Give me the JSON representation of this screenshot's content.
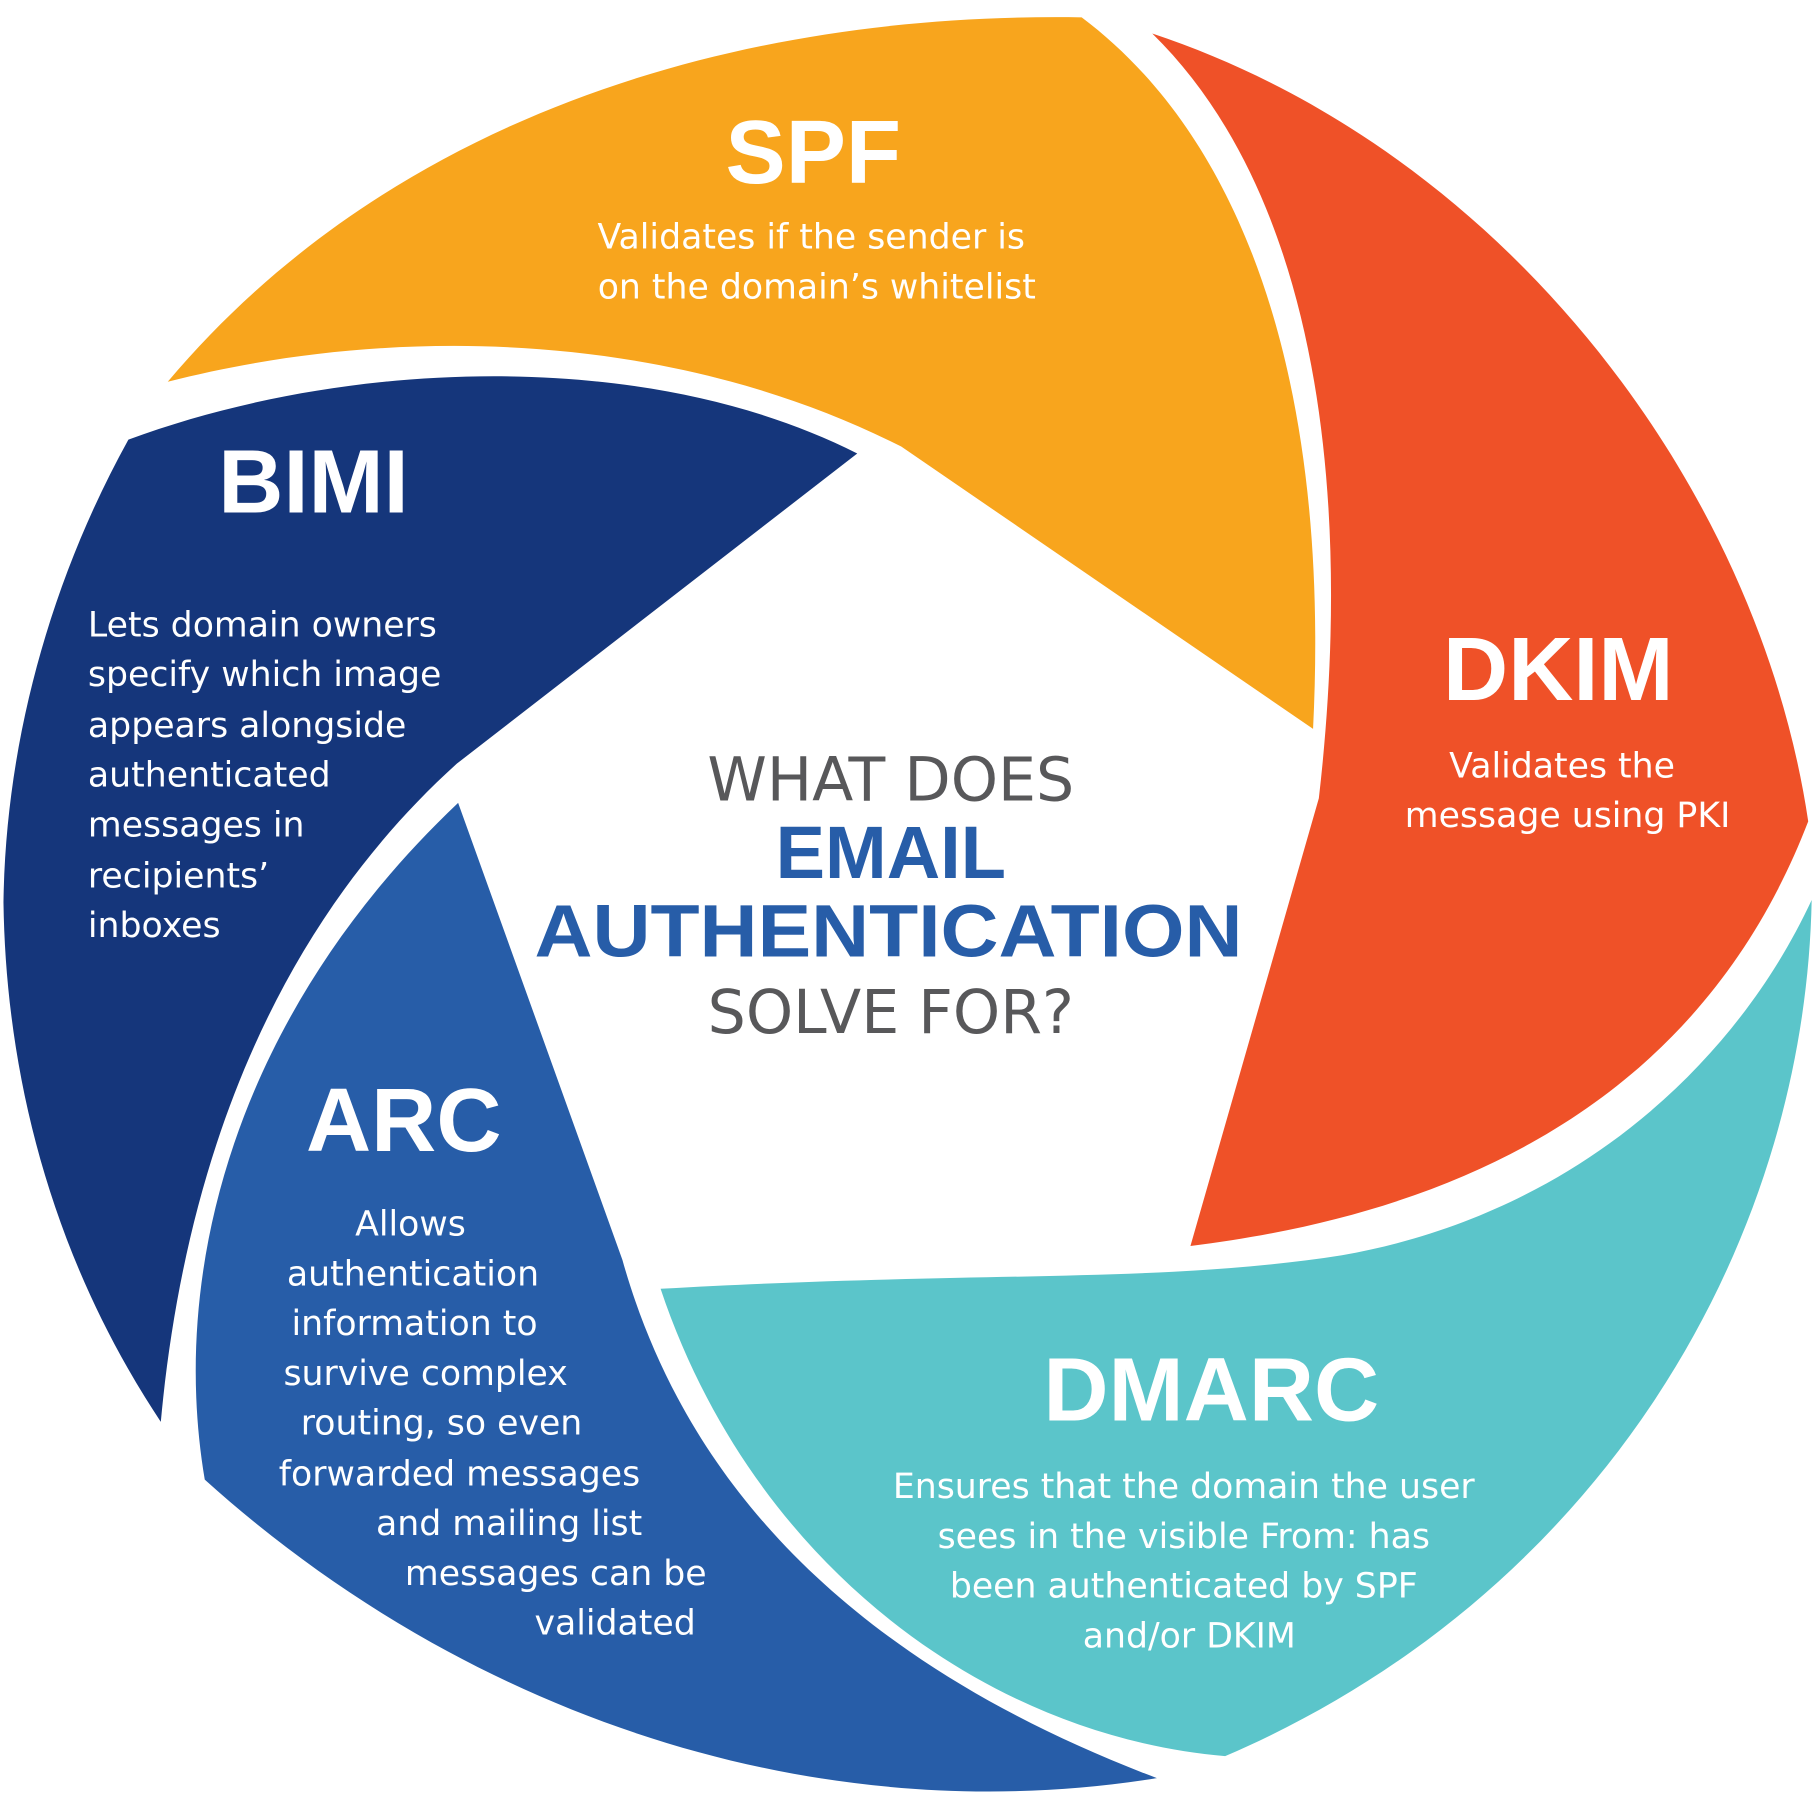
{
  "title": {
    "line1": "WHAT DOES",
    "line2": "EMAIL",
    "line3": "AUTHENTICATION",
    "line4": "SOLVE FOR?"
  },
  "colors": {
    "spf": "#F8A51D",
    "dkim": "#EF5128",
    "dmarc": "#5BC5CA",
    "arc": "#275DA8",
    "bimi": "#15367B",
    "center_grey": "#58585A",
    "center_blue": "#275DA8"
  },
  "segments": {
    "spf": {
      "name": "SPF",
      "description": [
        "Validates if the sender is",
        "on the domain’s whitelist"
      ]
    },
    "dkim": {
      "name": "DKIM",
      "description": [
        "Validates the",
        "message using PKI"
      ]
    },
    "dmarc": {
      "name": "DMARC",
      "description": [
        "Ensures that the domain the user",
        "sees in the visible From: has",
        "been authenticated by SPF",
        "and/or DKIM"
      ]
    },
    "arc": {
      "name": "ARC",
      "description": [
        "Allows",
        "authentication",
        "information to",
        "survive complex",
        "routing, so even",
        "forwarded messages",
        "and mailing list",
        "messages can be",
        "validated"
      ]
    },
    "bimi": {
      "name": "BIMI",
      "description": [
        "Lets domain owners",
        "specify which image",
        "appears alongside",
        "authenticated",
        "messages in",
        "recipients’",
        "inboxes"
      ]
    }
  }
}
